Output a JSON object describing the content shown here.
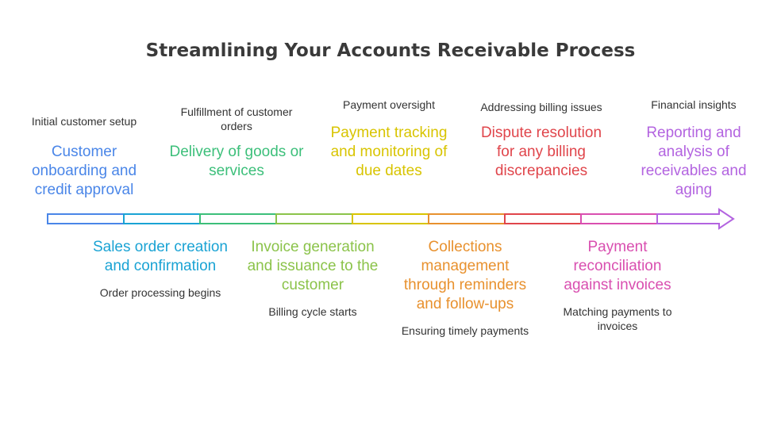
{
  "title": "Streamlining Your Accounts Receivable Process",
  "steps": [
    {
      "main": "Customer onboarding and credit approval",
      "sub": "Initial customer setup",
      "position": "top",
      "color": "#4a86e8"
    },
    {
      "main": "Sales order creation and confirmation",
      "sub": "Order processing begins",
      "position": "bottom",
      "color": "#1aa3d4"
    },
    {
      "main": "Delivery of goods or services",
      "sub": "Fulfillment of customer orders",
      "position": "top",
      "color": "#3cbf7a"
    },
    {
      "main": "Invoice generation and issuance to the customer",
      "sub": "Billing cycle starts",
      "position": "bottom",
      "color": "#8bc34a"
    },
    {
      "main": "Payment tracking and monitoring of due dates",
      "sub": "Payment oversight",
      "position": "top",
      "color": "#d8c400"
    },
    {
      "main": "Collections management through reminders and follow-ups",
      "sub": "Ensuring timely payments",
      "position": "bottom",
      "color": "#e8912e"
    },
    {
      "main": "Dispute resolution for any billing discrepancies",
      "sub": "Addressing billing issues",
      "position": "top",
      "color": "#e0454b"
    },
    {
      "main": "Payment reconciliation against invoices",
      "sub": "Matching payments to invoices",
      "position": "bottom",
      "color": "#d94fb0"
    },
    {
      "main": "Reporting and analysis of receivables and aging",
      "sub": "Financial insights",
      "position": "top",
      "color": "#b364e0"
    }
  ]
}
